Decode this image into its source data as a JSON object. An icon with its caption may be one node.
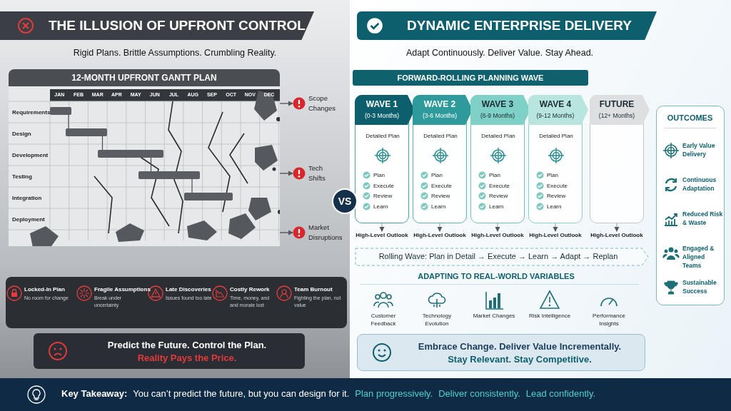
{
  "diagram": {
    "nodes": [
      {
        "text": [
          "THE ILLUSION OF UPFRONT CONTROL"
        ]
      },
      {
        "text": [
          "12-MONTH UPFRONT GANTT PLAN"
        ]
      },
      {
        "text": [],
        "shape": "bar",
        "in": 1
      },
      {
        "text": [],
        "shape": "bar",
        "in": 1
      },
      {
        "text": [],
        "shape": "bar",
        "in": 1
      },
      {
        "text": [],
        "shape": "bar",
        "in": 1
      },
      {
        "text": [],
        "shape": "bar",
        "in": 1
      },
      {
        "text": [
          "Scope Changes"
        ]
      },
      {
        "text": [
          "Tech Shifts"
        ]
      },
      {
        "text": [
          "Market Disruptions"
        ]
      },
      {
        "text": [
          "Predict the Future. Control the Plan.",
          "Reality Pays the Price."
        ]
      },
      {
        "text": [
          "VS"
        ]
      },
      {
        "text": [
          "DYNAMIC ENTERPRISE DELIVERY"
        ]
      },
      {
        "text": [
          "FORWARD-ROLLING PLANNING WAVE"
        ]
      },
      {
        "text": [
          "WAVE 1",
          "(0-3 Months)",
          "Detailed Plan",
          "Plan",
          "Execute",
          "Review",
          "Learn"
        ]
      },
      {
        "text": [
          "WAVE 2",
          "(3-6 Months)",
          "Detailed Plan",
          "Plan",
          "Execute",
          "Review",
          "Learn"
        ]
      },
      {
        "text": [
          "WAVE 3",
          "(6-9 Months)",
          "Detailed Plan",
          "Plan",
          "Execute",
          "Review",
          "Learn"
        ]
      },
      {
        "text": [
          "WAVE 4",
          "(9-12 Months)",
          "Detailed Plan",
          "Plan",
          "Execute",
          "Review",
          "Learn"
        ]
      },
      {
        "text": [
          "FUTURE",
          "(12+ Months)"
        ]
      },
      {
        "text": [
          "High-Level Outlook"
        ]
      },
      {
        "text": [
          "High-Level Outlook"
        ]
      },
      {
        "text": [
          "High-Level Outlook"
        ]
      },
      {
        "text": [
          "High-Level Outlook"
        ]
      },
      {
        "text": [
          "High-Level Outlook"
        ]
      },
      {
        "text": [
          "Rolling Wave: Plan in Detail → Execute → Learn → Adapt → Replan"
        ]
      },
      {
        "text": [
          "OUTCOMES"
        ]
      },
      {
        "text": [
          "Embrace Change. Deliver Value Incrementally.",
          "Stay Relevant. Stay Competitive."
        ]
      },
      {
        "text": [
          "Key Takeaway:",
          "You can’t predict the future, but you can design for it.",
          "Plan progressively.",
          "Deliver consistently.",
          "Lead confidently."
        ]
      }
    ],
    "edges": [
      {
        "from": 2,
        "to": 3,
        "arrow": "none",
        "color": "#4a4d52"
      },
      {
        "from": 3,
        "to": 4,
        "arrow": "none",
        "color": "#4a4d52"
      },
      {
        "from": 4,
        "to": 5,
        "arrow": "none",
        "color": "#4a4d52"
      },
      {
        "from": 5,
        "to": 6,
        "arrow": "none",
        "color": "#4a4d52"
      },
      {
        "from": 1,
        "to": 7,
        "arrow": "to",
        "color": "#444444"
      },
      {
        "from": 1,
        "to": 8,
        "arrow": "to",
        "color": "#444444"
      },
      {
        "from": 1,
        "to": 9,
        "arrow": "to",
        "color": "#444444"
      },
      {
        "from": 14,
        "to": 19,
        "arrow": "to"
      },
      {
        "from": 15,
        "to": 20,
        "arrow": "to"
      },
      {
        "from": 16,
        "to": 21,
        "arrow": "to"
      },
      {
        "from": 17,
        "to": 22,
        "arrow": "to"
      },
      {
        "from": 18,
        "to": 23,
        "arrow": "to"
      }
    ],
    "labels": [
      "Rigid Plans. Brittle Assumptions. Crumbling Reality.",
      "JAN",
      "FEB",
      "MAR",
      "APR",
      "MAY",
      "JUN",
      "JUL",
      "AUG",
      "SEP",
      "OCT",
      "NOV",
      "DEC",
      "Requirements",
      "Design",
      "Development",
      "Testing",
      "Integration",
      "Deployment",
      "Locked-In Plan",
      "No room for change",
      "Fragile Assumptions",
      "Break under uncertainty",
      "Late Discoveries",
      "Issues found too late",
      "Costly Rework",
      "Time, money, and and morale lost",
      "Team Burnout",
      "Fighting the plan, not value",
      "Adapt Continuously. Deliver Value. Stay Ahead.",
      "ADAPTING TO REAL-WORLD VARIABLES",
      "Customer Feedback",
      "Technology Evolution",
      "Market Changes",
      "Risk Intelligence",
      "Performance Insights",
      "Early Value Delivery",
      "Continuous Adaptation",
      "Reduced Risk & Waste",
      "Engaged & Aligned Teams",
      "Sustainable Success"
    ]
  }
}
